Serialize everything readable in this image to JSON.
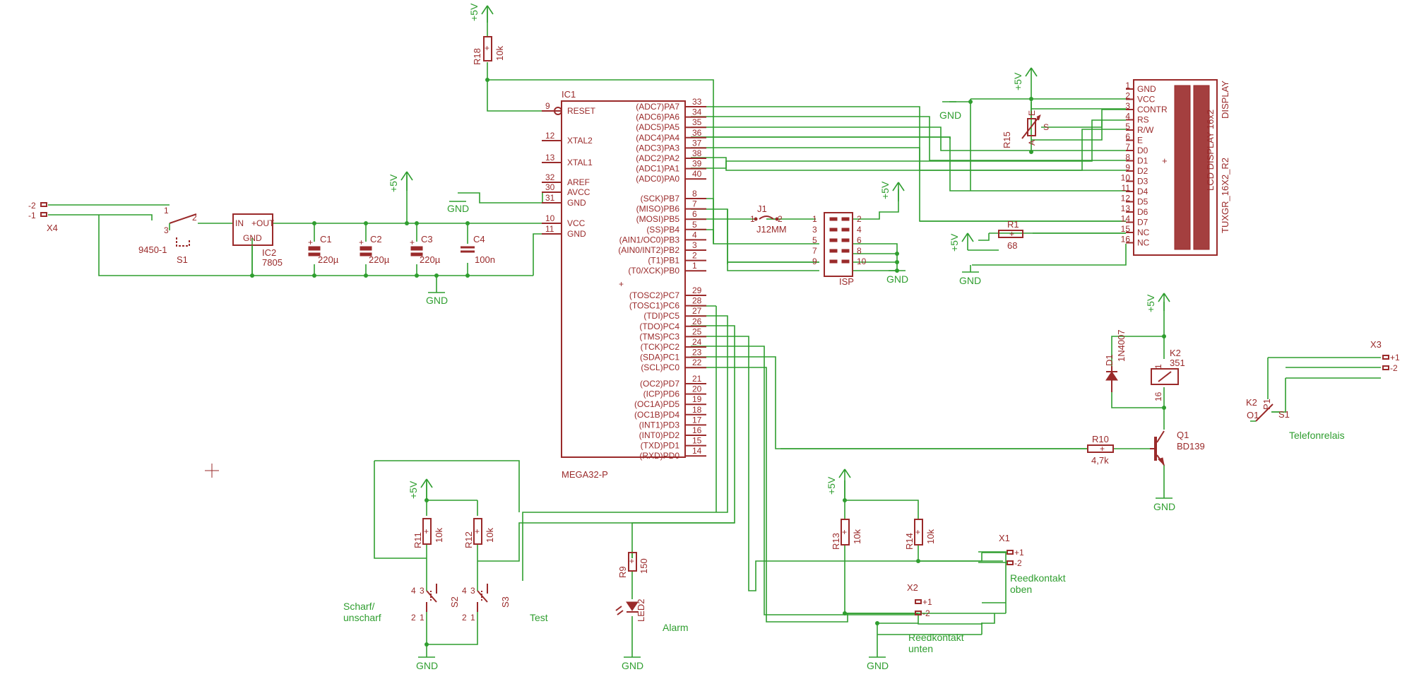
{
  "components": {
    "ic1": {
      "name": "IC1",
      "value": "MEGA32-P",
      "left_pins": [
        {
          "num": "9",
          "name": "RESET"
        },
        {
          "num": "12",
          "name": "XTAL2"
        },
        {
          "num": "13",
          "name": "XTAL1"
        },
        {
          "num": "32",
          "name": "AREF"
        },
        {
          "num": "30",
          "name": "AVCC"
        },
        {
          "num": "31",
          "name": "GND"
        },
        {
          "num": "10",
          "name": "VCC"
        },
        {
          "num": "11",
          "name": "GND"
        }
      ],
      "right_pins": [
        {
          "num": "33",
          "name": "(ADC7)PA7"
        },
        {
          "num": "34",
          "name": "(ADC6)PA6"
        },
        {
          "num": "35",
          "name": "(ADC5)PA5"
        },
        {
          "num": "36",
          "name": "(ADC4)PA4"
        },
        {
          "num": "37",
          "name": "(ADC3)PA3"
        },
        {
          "num": "38",
          "name": "(ADC2)PA2"
        },
        {
          "num": "39",
          "name": "(ADC1)PA1"
        },
        {
          "num": "40",
          "name": "(ADC0)PA0"
        },
        {
          "num": "8",
          "name": "(SCK)PB7"
        },
        {
          "num": "7",
          "name": "(MISO)PB6"
        },
        {
          "num": "6",
          "name": "(MOSI)PB5"
        },
        {
          "num": "5",
          "name": "(SS)PB4"
        },
        {
          "num": "4",
          "name": "(AIN1/OC0)PB3"
        },
        {
          "num": "3",
          "name": "(AIN0/INT2)PB2"
        },
        {
          "num": "2",
          "name": "(T1)PB1"
        },
        {
          "num": "1",
          "name": "(T0/XCK)PB0"
        },
        {
          "num": "29",
          "name": "(TOSC2)PC7"
        },
        {
          "num": "28",
          "name": "(TOSC1)PC6"
        },
        {
          "num": "27",
          "name": "(TDI)PC5"
        },
        {
          "num": "26",
          "name": "(TDO)PC4"
        },
        {
          "num": "25",
          "name": "(TMS)PC3"
        },
        {
          "num": "24",
          "name": "(TCK)PC2"
        },
        {
          "num": "23",
          "name": "(SDA)PC1"
        },
        {
          "num": "22",
          "name": "(SCL)PC0"
        },
        {
          "num": "21",
          "name": "(OC2)PD7"
        },
        {
          "num": "20",
          "name": "(ICP)PD6"
        },
        {
          "num": "19",
          "name": "(OC1A)PD5"
        },
        {
          "num": "18",
          "name": "(OC1B)PD4"
        },
        {
          "num": "17",
          "name": "(INT1)PD3"
        },
        {
          "num": "16",
          "name": "(INT0)PD2"
        },
        {
          "num": "15",
          "name": "(TXD)PD1"
        },
        {
          "num": "14",
          "name": "(RXD)PD0"
        }
      ]
    },
    "display": {
      "line1": "LCD DISPLAY 16x2",
      "line2": "TUXGR_16X2_R2",
      "label": "DISPLAY",
      "pins": [
        {
          "num": "1",
          "name": "GND"
        },
        {
          "num": "2",
          "name": "VCC"
        },
        {
          "num": "3",
          "name": "CONTR"
        },
        {
          "num": "4",
          "name": "RS"
        },
        {
          "num": "5",
          "name": "R/W"
        },
        {
          "num": "6",
          "name": "E"
        },
        {
          "num": "7",
          "name": "D0"
        },
        {
          "num": "8",
          "name": "D1"
        },
        {
          "num": "9",
          "name": "D2"
        },
        {
          "num": "10",
          "name": "D3"
        },
        {
          "num": "11",
          "name": "D4"
        },
        {
          "num": "12",
          "name": "D5"
        },
        {
          "num": "13",
          "name": "D6"
        },
        {
          "num": "14",
          "name": "D7"
        },
        {
          "num": "15",
          "name": "NC"
        },
        {
          "num": "16",
          "name": "NC"
        }
      ]
    },
    "ic2": {
      "name": "IC2",
      "value": "7805",
      "in": "IN",
      "out": "OUT",
      "gnd": "GND"
    },
    "c1": {
      "name": "C1",
      "value": "220µ"
    },
    "c2": {
      "name": "C2",
      "value": "220µ"
    },
    "c3": {
      "name": "C3",
      "value": "220µ"
    },
    "c4": {
      "name": "C4",
      "value": "100n"
    },
    "x4": {
      "name": "X4",
      "pin1": "-1",
      "pin2": "-2"
    },
    "s1": {
      "name": "S1",
      "value": "9450-1",
      "p1": "1",
      "p2": "2",
      "p3": "3"
    },
    "r18": {
      "name": "R18",
      "value": "10k"
    },
    "r15": {
      "name": "R15",
      "a": "A",
      "e": "E",
      "s": "S"
    },
    "r1": {
      "name": "R1",
      "value": "68"
    },
    "j1": {
      "name": "J1",
      "value": "J12MM",
      "p1": "1",
      "p2": "2"
    },
    "isp": {
      "name": "ISP",
      "pins": [
        "1",
        "2",
        "3",
        "4",
        "5",
        "6",
        "7",
        "8",
        "9",
        "10"
      ]
    },
    "r10": {
      "name": "R10",
      "value": "4,7k"
    },
    "q1": {
      "name": "Q1",
      "value": "BD139"
    },
    "d1": {
      "name": "D1",
      "value": "1N4007"
    },
    "k2": {
      "name": "K2",
      "value": "351",
      "p1": "1",
      "p16": "16"
    },
    "k2b": {
      "name": "K2",
      "p1": "P1",
      "o1": "O1",
      "s1": "S1"
    },
    "x3": {
      "name": "X3",
      "pin1": "+1",
      "pin2": "-2"
    },
    "r11": {
      "name": "R11",
      "value": "10k"
    },
    "r12": {
      "name": "R12",
      "value": "10k"
    },
    "r13": {
      "name": "R13",
      "value": "10k"
    },
    "r14": {
      "name": "R14",
      "value": "10k"
    },
    "r9": {
      "name": "R9",
      "value": "150"
    },
    "led2": {
      "name": "LED2"
    },
    "s2": {
      "name": "S2",
      "p4": "4",
      "p3": "3",
      "p2": "2",
      "p1": "1"
    },
    "s3": {
      "name": "S3",
      "p4": "4",
      "p3": "3",
      "p2": "2",
      "p1": "1"
    },
    "x1": {
      "name": "X1",
      "pin1": "+1",
      "pin2": "-2"
    },
    "x2": {
      "name": "X2",
      "pin1": "+1",
      "pin2": "-2"
    }
  },
  "supply": {
    "plus5v": "+5V",
    "gnd": "GND"
  },
  "notes": {
    "scharf_1": "Scharf/",
    "scharf_2": "unscharf",
    "test": "Test",
    "alarm": "Alarm",
    "reed_oben_1": "Reedkontakt",
    "reed_oben_2": "oben",
    "reed_unten_1": "Reedkontakt",
    "reed_unten_2": "unten",
    "telefon": "Telefonrelais"
  },
  "colors": {
    "wire": "#2f9e2f",
    "part": "#9a2a2a",
    "background": "#ffffff"
  }
}
